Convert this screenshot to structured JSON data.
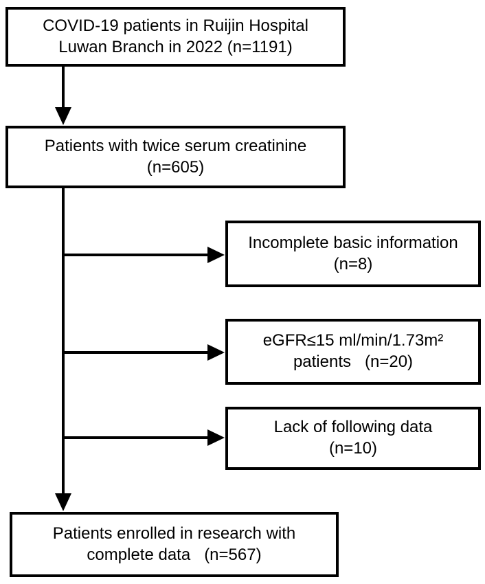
{
  "figure": {
    "type": "patient-flow-diagram",
    "background_color": "#ffffff",
    "line_color": "#000000",
    "text_color": "#000000",
    "boxes": {
      "population": {
        "lines": [
          "COVID-19 patients in Ruijin Hospital",
          "Luwan Branch in 2022 (n=1191)"
        ],
        "n": 1191
      },
      "creatinine": {
        "lines": [
          "Patients with twice serum creatinine",
          "(n=605)"
        ],
        "n": 605
      },
      "excluded_incomplete_info": {
        "lines": [
          "Incomplete basic information",
          "(n=8)"
        ],
        "n": 8
      },
      "excluded_egfr": {
        "lines": [
          "eGFR≤15 ml/min/1.73m²",
          "patients   (n=20)"
        ],
        "n": 20
      },
      "excluded_followup": {
        "lines": [
          "Lack of following data",
          "(n=10)"
        ],
        "n": 10
      },
      "enrolled": {
        "lines": [
          "Patients enrolled in research with",
          "complete data   (n=567)"
        ],
        "n": 567
      }
    },
    "edges": [
      {
        "from": "population",
        "to": "creatinine",
        "type": "arrow-down"
      },
      {
        "from": "creatinine",
        "to": "excluded_incomplete_info",
        "type": "arrow-right"
      },
      {
        "from": "creatinine",
        "to": "excluded_egfr",
        "type": "arrow-right"
      },
      {
        "from": "creatinine",
        "to": "excluded_followup",
        "type": "arrow-right"
      },
      {
        "from": "creatinine",
        "to": "enrolled",
        "type": "arrow-down"
      }
    ]
  }
}
